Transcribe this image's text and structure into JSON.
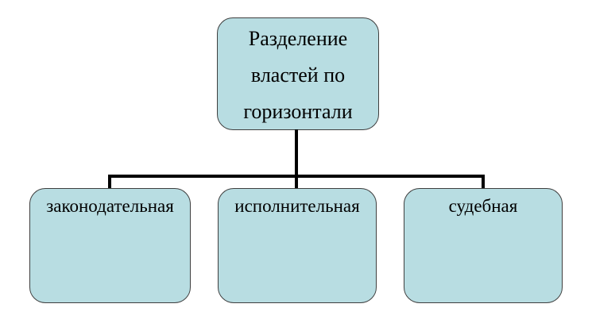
{
  "diagram": {
    "title": "Разделение властей по горизонтали",
    "root": {
      "label": "Разделение властей по горизонтали"
    },
    "children": [
      {
        "label": "законодательная"
      },
      {
        "label": "исполнительная"
      },
      {
        "label": "судебная"
      }
    ],
    "colors": {
      "node_fill": "#b8dde2",
      "node_border": "#3f3f3f",
      "connector": "#000000",
      "text": "#000000",
      "background": "#ffffff"
    }
  }
}
